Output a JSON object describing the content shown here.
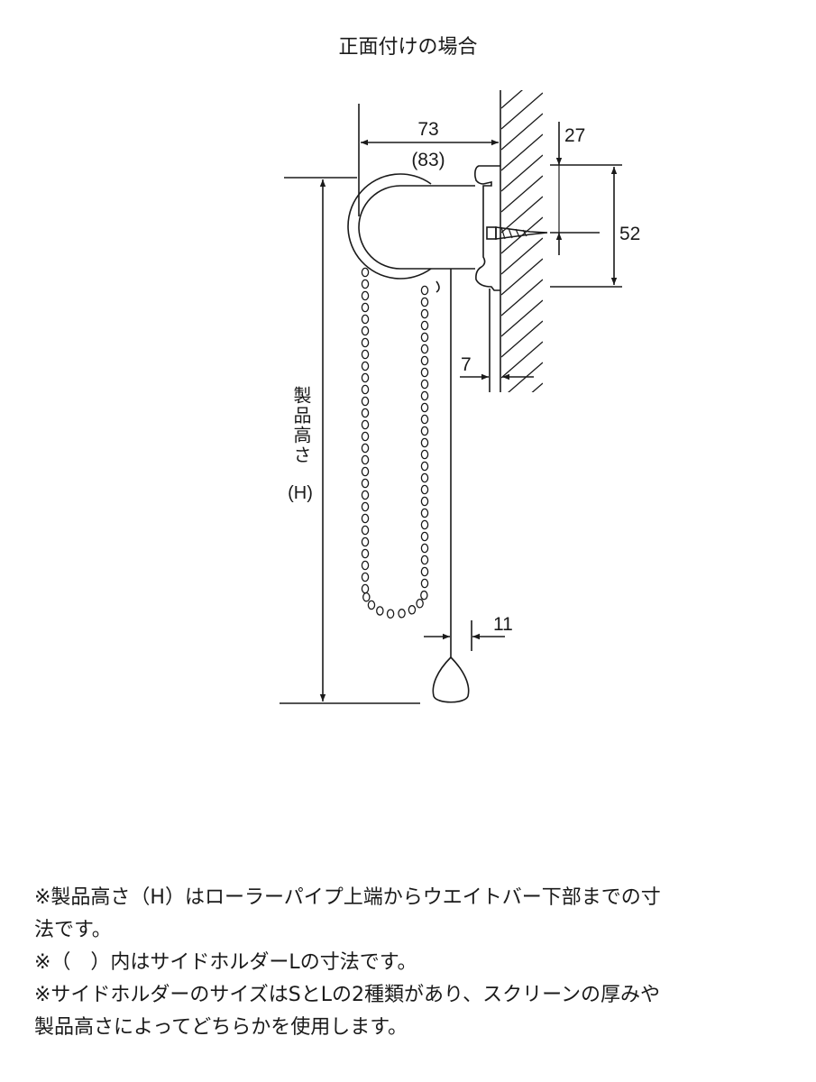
{
  "title": "正面付けの場合",
  "dimensions": {
    "width_s": "73",
    "width_l": "(83)",
    "offset_top": "27",
    "bracket_height": "52",
    "screen_gap": "7",
    "weight_width": "11",
    "height_label": "製品高さ",
    "height_symbol": "(H)"
  },
  "notes": [
    "※製品高さ（H）はローラーパイプ上端からウエイトバー下部までの寸",
    "法です。",
    "※（　）内はサイドホルダーLの寸法です。",
    "※サイドホルダーのサイズはSとLの2種類があり、スクリーンの厚みや",
    "製品高さによってどちらかを使用します。"
  ]
}
